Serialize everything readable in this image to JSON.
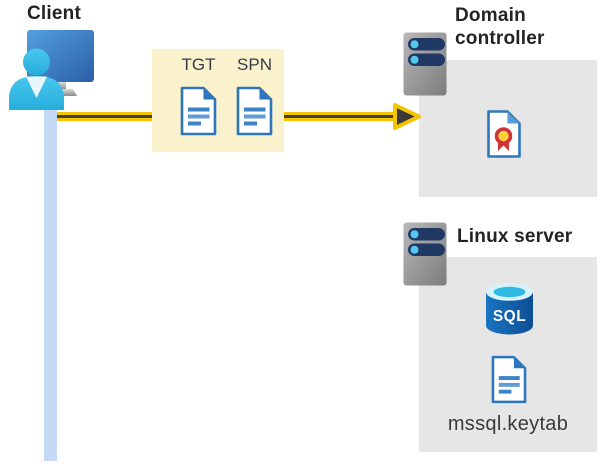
{
  "client": {
    "label": "Client"
  },
  "tickets": {
    "tgt": "TGT",
    "spn": "SPN"
  },
  "domain_controller": {
    "label_lines": [
      "Domain",
      "controller"
    ]
  },
  "linux_server": {
    "label": "Linux server",
    "database_label": "SQL",
    "keytab_file": "mssql.keytab"
  },
  "colors": {
    "highlight_box_yellow": "#FAF2CD",
    "arrow_yellow": "#F2C500",
    "arrow_core_dark": "#45411F",
    "arrow_head_dark": "#3B3A39",
    "zone_box_gray": "#E6E6E6",
    "connection_line_blue": "#C3D9F6",
    "document_blue": "#2E76BC",
    "server_body_gray": "#9E9E9E",
    "server_slot_navy": "#203864",
    "server_dot_cyan": "#53C9EE",
    "sql_body_blue": "#1465AE",
    "sql_top_cyan": "#2FB9E3",
    "certificate_ribbon_red": "#D13438",
    "certificate_seal_yellow": "#FFD23B",
    "person_cyan": "#3ABEE8",
    "monitor_blue": "#2E62A8"
  }
}
